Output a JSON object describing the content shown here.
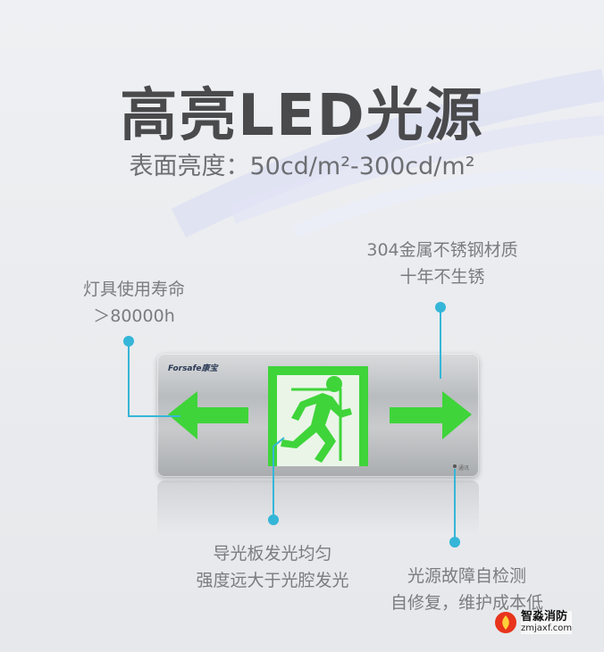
{
  "heading": {
    "title": "高亮LED光源",
    "subtitle": "表面亮度：50cd/m²-300cd/m²"
  },
  "callouts": {
    "life": [
      "灯具使用寿命",
      "＞80000h"
    ],
    "steel": [
      "304金属不锈钢材质",
      "十年不生锈"
    ],
    "guide": [
      "导光板发光均匀",
      "强度远大于光腔发光"
    ],
    "fault": [
      "光源故障自检测",
      "自修复，维护成本低"
    ]
  },
  "sign": {
    "brand": "Forsafe康宝",
    "sensor_label": "通讯",
    "panel_color": "#c4c6c8",
    "symbol_color": "#3fd43a"
  },
  "watermark": {
    "name": "智淼消防",
    "url": "zmjaxf.com"
  },
  "colors": {
    "accent_line": "#35b6d8",
    "title": "#4a4a4d",
    "text": "#7b7c80"
  }
}
